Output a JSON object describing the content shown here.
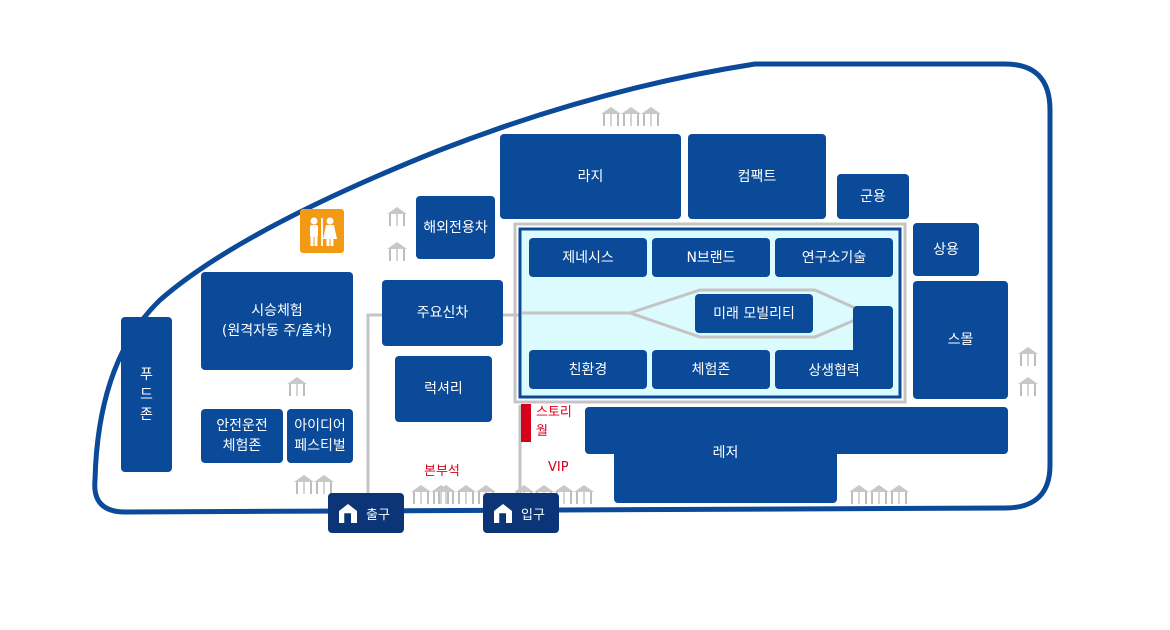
{
  "colors": {
    "zone": "#0b4a98",
    "outline": "#0b4a98",
    "gate": "#0b3576",
    "highlight_panel": "#dcfbfe",
    "label_red": "#d6001c",
    "restroom": "#f29a13"
  },
  "zones": {
    "large": "라지",
    "compact": "컴팩트",
    "military": "군용",
    "overseas_dedicated": "해외전용차",
    "commercial": "상용",
    "test_drive": "시승체험\n(원격자동 주/출차)",
    "new_cars": "주요신차",
    "luxury": "럭셔리",
    "food_zone": "푸\n드\n존",
    "safe_driving": "안전운전\n체험존",
    "idea_festival": "아이디어\n페스티벌",
    "small": "스몰",
    "leisure": "레저",
    "genesis": "제네시스",
    "n_brand": "N브랜드",
    "tech": "연구소기술",
    "future_mobility": "미래 모빌리티",
    "eco": "친환경",
    "experience": "체험존",
    "partnership": "상생협력"
  },
  "labels": {
    "story_wall": "스토리\n월",
    "main_stand": "본부석",
    "vip": "VIP"
  },
  "gates": {
    "exit": "출구",
    "entrance": "입구"
  },
  "icons": {
    "restroom": "restroom-icon",
    "tent": "tent-icon",
    "gate": "gate-icon"
  }
}
